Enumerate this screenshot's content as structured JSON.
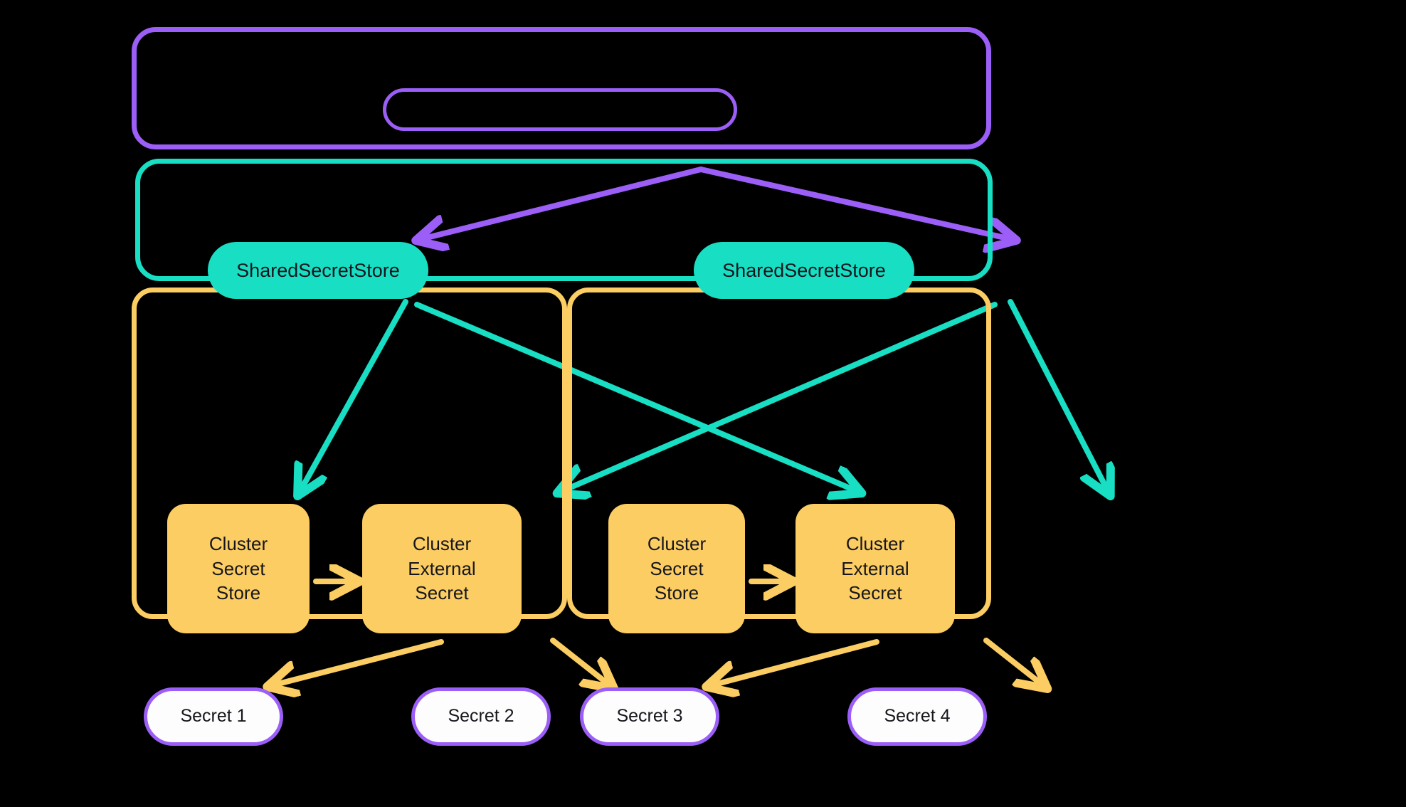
{
  "diagram": {
    "title": "External Secrets Operator shared secret store architecture",
    "background": "#000000",
    "colors": {
      "purple": "#9b5ef7",
      "teal": "#18dec4",
      "orange": "#fbcd62",
      "secret_fill": "#fdfdfd",
      "text": "#17161c"
    }
  },
  "containers": [
    {
      "id": "cluster-scope",
      "border_color": "#9b5ef7",
      "label": ""
    },
    {
      "id": "shared-scope",
      "border_color": "#18dec4",
      "label": ""
    },
    {
      "id": "namespace-left",
      "border_color": "#fbcd62",
      "label": ""
    },
    {
      "id": "namespace-right",
      "border_color": "#fbcd62",
      "label": ""
    }
  ],
  "nodes": {
    "root_box": {
      "label": ""
    },
    "shared_stores": [
      {
        "label": "SharedSecretStore"
      },
      {
        "label": "SharedSecretStore"
      }
    ],
    "cluster_boxes": [
      {
        "label": "Cluster\nSecret\nStore"
      },
      {
        "label": "Cluster\nExternal\nSecret"
      },
      {
        "label": "Cluster\nSecret\nStore"
      },
      {
        "label": "Cluster\nExternal\nSecret"
      }
    ],
    "secrets": [
      {
        "label": "Secret 1"
      },
      {
        "label": "Secret 2"
      },
      {
        "label": "Secret 3"
      },
      {
        "label": "Secret 4"
      }
    ]
  },
  "edges": [
    {
      "from": "root_box",
      "to": "shared_store_1",
      "color": "#9b5ef7"
    },
    {
      "from": "root_box",
      "to": "shared_store_2",
      "color": "#9b5ef7"
    },
    {
      "from": "shared_store_1",
      "to": "cluster_secret_store_left",
      "color": "#18dec4"
    },
    {
      "from": "shared_store_1",
      "to": "cluster_secret_store_right",
      "color": "#18dec4"
    },
    {
      "from": "shared_store_2",
      "to": "cluster_external_secret_left",
      "color": "#18dec4"
    },
    {
      "from": "shared_store_2",
      "to": "cluster_external_secret_right",
      "color": "#18dec4"
    },
    {
      "from": "cluster_secret_store_left",
      "to": "cluster_external_secret_left",
      "color": "#fbcd62"
    },
    {
      "from": "cluster_secret_store_right",
      "to": "cluster_external_secret_right",
      "color": "#fbcd62"
    },
    {
      "from": "cluster_external_secret_left",
      "to": "secret_1",
      "color": "#fbcd62"
    },
    {
      "from": "cluster_external_secret_left",
      "to": "secret_2",
      "color": "#fbcd62"
    },
    {
      "from": "cluster_external_secret_right",
      "to": "secret_3",
      "color": "#fbcd62"
    },
    {
      "from": "cluster_external_secret_right",
      "to": "secret_4",
      "color": "#fbcd62"
    }
  ]
}
